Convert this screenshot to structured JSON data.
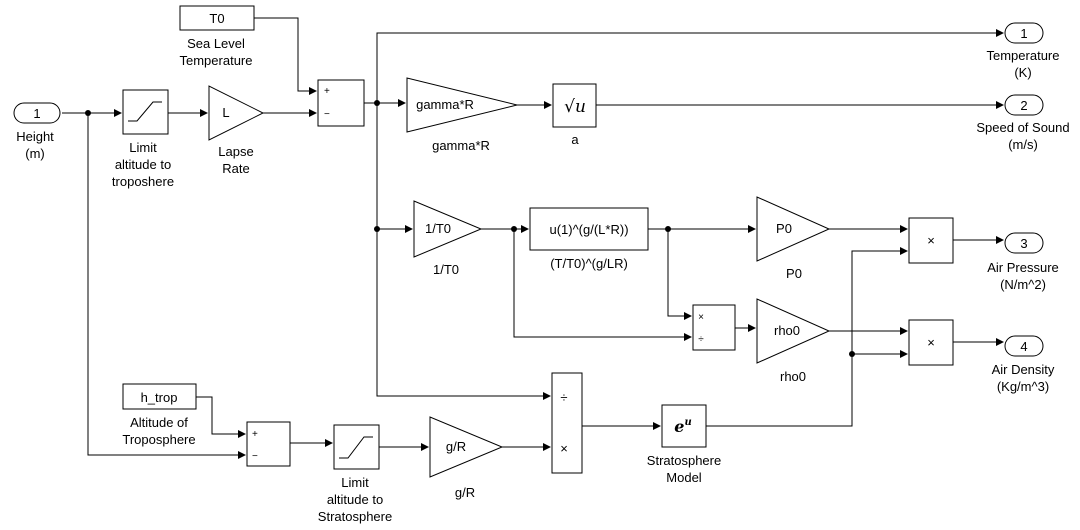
{
  "ports": {
    "in_height": {
      "num": "1",
      "label": [
        "Height",
        "(m)"
      ]
    },
    "out_temperature": {
      "num": "1",
      "label": [
        "Temperature",
        "(K)"
      ]
    },
    "out_speed": {
      "num": "2",
      "label": [
        "Speed of Sound",
        "(m/s)"
      ]
    },
    "out_pressure": {
      "num": "3",
      "label": [
        "Air Pressure",
        "(N/m^2)"
      ]
    },
    "out_density": {
      "num": "4",
      "label": [
        "Air Density",
        "(Kg/m^3)"
      ]
    }
  },
  "constants": {
    "T0": {
      "value": "T0",
      "label": [
        "Sea Level",
        "Temperature"
      ]
    },
    "h_trop": {
      "value": "h_trop",
      "label": [
        "Altitude of",
        "Troposphere"
      ]
    }
  },
  "saturations": {
    "trop": {
      "label": [
        "Limit",
        "altitude  to",
        "troposhere"
      ]
    },
    "strat": {
      "label": [
        "Limit",
        "altitude  to",
        "Stratosphere"
      ]
    }
  },
  "gains": {
    "lapse": {
      "text": "L",
      "label": [
        "Lapse",
        "Rate"
      ]
    },
    "gammaR": {
      "text": "gamma*R",
      "label": [
        "gamma*R"
      ]
    },
    "invT0": {
      "text": "1/T0",
      "label": [
        "1/T0"
      ]
    },
    "P0": {
      "text": "P0",
      "label": [
        "P0"
      ]
    },
    "rho0": {
      "text": "rho0",
      "label": [
        "rho0"
      ]
    },
    "gR": {
      "text": "g/R",
      "label": [
        "g/R"
      ]
    }
  },
  "functions": {
    "sqrt": {
      "text": "√u",
      "label": "a"
    },
    "power": {
      "text": "u(1)^(g/(L*R))",
      "label": "(T/T0)^(g/LR)"
    },
    "exp": {
      "text": "eu",
      "label": [
        "Stratosphere",
        "Model"
      ]
    }
  },
  "signs": {
    "plus": "+",
    "minus": "−",
    "times": "×",
    "divide": "÷"
  }
}
